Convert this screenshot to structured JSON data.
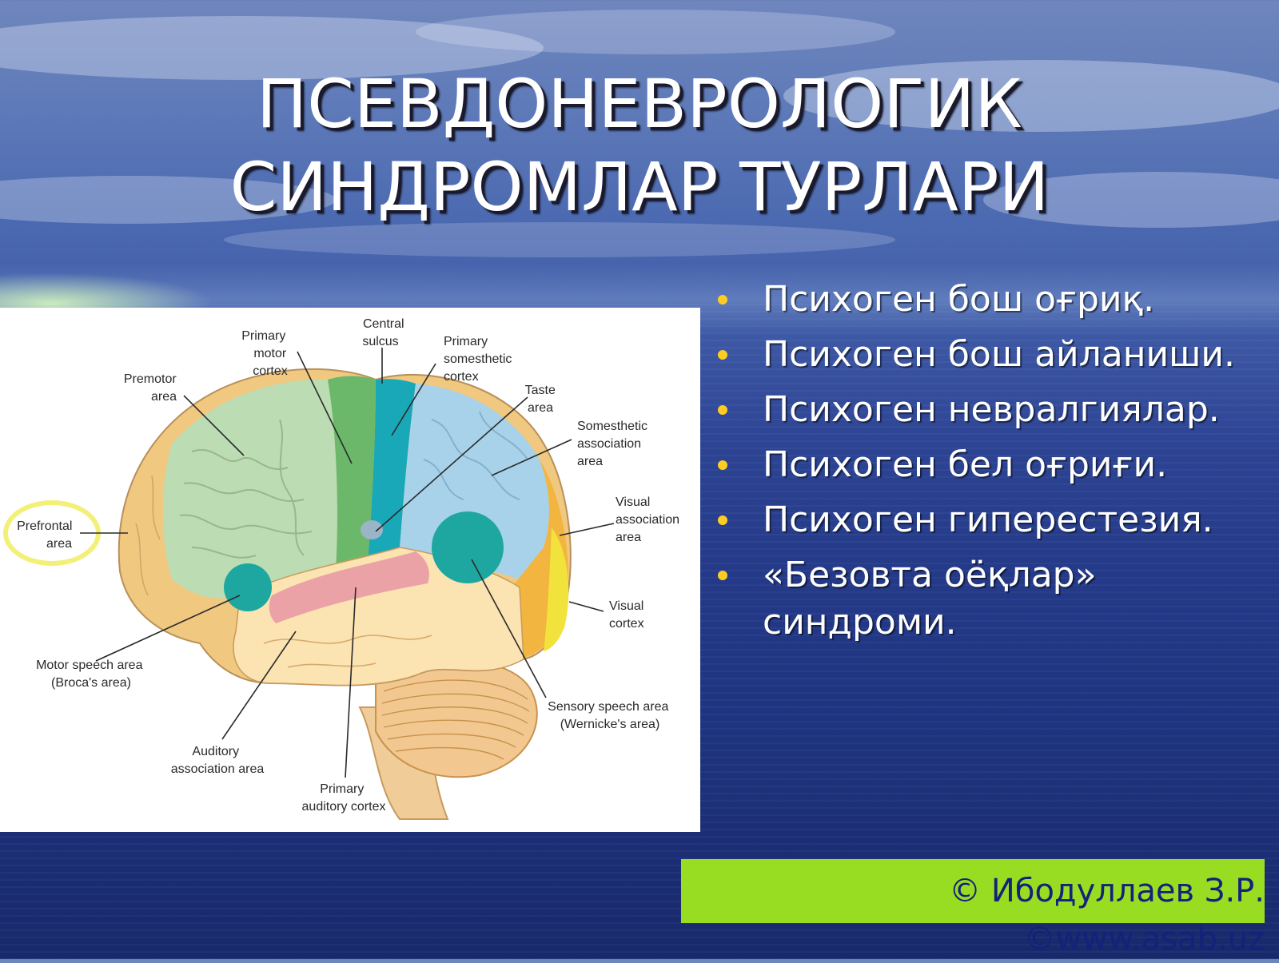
{
  "slide": {
    "title_line1": "ПСЕВДОНЕВРОЛОГИК",
    "title_line2": "СИНДРОМЛАР ТУРЛАРИ"
  },
  "bullets": [
    "Психоген бош оғриқ.",
    "Психоген бош айланиши.",
    "Психоген невралгиялар.",
    "Психоген бел оғриғи.",
    "Психоген гиперестезия.",
    "«Безовта оёқлар» синдроми."
  ],
  "footer": {
    "author": "© Ибодуллаев З.Р.",
    "site": "©www.asab.uz"
  },
  "diagram": {
    "labels": {
      "primary_motor_cortex": [
        "Primary",
        "motor",
        "cortex"
      ],
      "central_sulcus": [
        "Central",
        "sulcus"
      ],
      "primary_somesthetic_cortex": [
        "Primary",
        "somesthetic",
        "cortex"
      ],
      "premotor_area": [
        "Premotor",
        "area"
      ],
      "taste_area": [
        "Taste",
        "area"
      ],
      "somesthetic_association_area": [
        "Somesthetic",
        "association",
        "area"
      ],
      "visual_association_area": [
        "Visual",
        "association",
        "area"
      ],
      "prefrontal_area": [
        "Prefrontal",
        "area"
      ],
      "visual_cortex": [
        "Visual",
        "cortex"
      ],
      "motor_speech_area": [
        "Motor speech area",
        "(Broca's area)"
      ],
      "sensory_speech_area": [
        "Sensory speech area",
        "(Wernicke's area)"
      ],
      "auditory_association_area": [
        "Auditory",
        "association area"
      ],
      "primary_auditory_cortex": [
        "Primary",
        "auditory cortex"
      ]
    },
    "colors": {
      "frontal": "#bcdcb4",
      "prefrontal": "#f0c880",
      "motor": "#6cb86a",
      "somesthetic": "#19a8b8",
      "parietal": "#a8d2ea",
      "occipital": "#f2b640",
      "visual_cortex": "#f2e23c",
      "temporal": "#fbe3b2",
      "auditory": "#e99aa4",
      "broca": "#1ea7a0",
      "cerebellum": "#f2c890",
      "prefrontal_ring": "#f3f07a"
    }
  }
}
